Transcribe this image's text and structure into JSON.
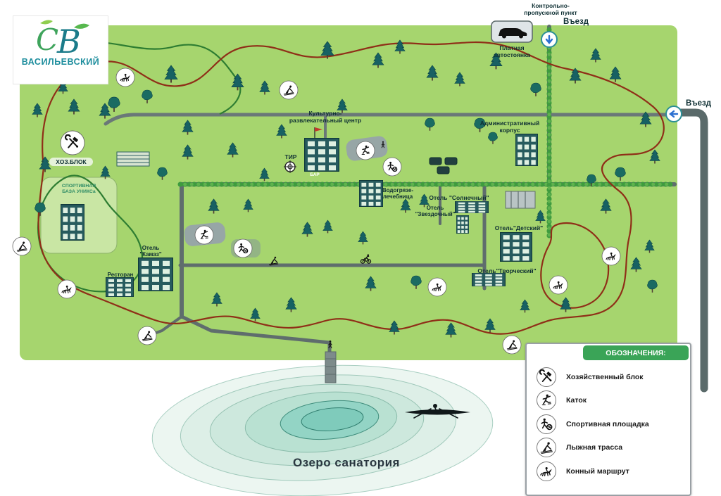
{
  "logo": {
    "letter1": "С",
    "letter2": "В",
    "title": "ВАСИЛЬЕВСКИЙ"
  },
  "top": {
    "checkpoint": "Контрольно-пропускной пункт",
    "entrance": "Въезд",
    "parking": "Платная автостоянка"
  },
  "right_entrance": "Въезд",
  "places": {
    "hozblok": "ХОЗ.БЛОК",
    "sportbase": "СПОРТИВНАЯ БАЗА УНИКСа",
    "cultural": "Культурно-развлекательный центр",
    "tir": "ТИР",
    "bar": "БАР",
    "admin": "Административный корпус",
    "vodo": "Водогрязе-лечебница",
    "hotel_sun": "Отель \"Солнечный\"",
    "hotel_star": "Отель \"Звездочный\"",
    "hotel_kids": "Отель\"Детский\"",
    "hotel_art": "Отель\"Творческий\"",
    "hotel_kamaz": "Отель \"Камаз\"",
    "restaurant": "Ресторан"
  },
  "lake_label": "Озеро  санатория",
  "legend": {
    "title": "ОБОЗНАЧЕНИЯ:",
    "items": [
      {
        "icon": "tools-icon",
        "label": "Хозяйственный блок"
      },
      {
        "icon": "skate-icon",
        "label": "Каток"
      },
      {
        "icon": "sports-icon",
        "label": "Спортивная площадка"
      },
      {
        "icon": "ski-icon",
        "label": "Лыжная трасса"
      },
      {
        "icon": "horse-icon",
        "label": "Конный маршрут"
      }
    ]
  },
  "colors": {
    "map_green": "#a6d56e",
    "tree": "#176163",
    "road": "#5f6d6d",
    "horse_trail": "#8f2f18",
    "ski_trail": "#2e7d32",
    "legend_green": "#3aa457",
    "lake_inner": "#7fcbbb",
    "arrow_blue": "#2a6fd0"
  }
}
